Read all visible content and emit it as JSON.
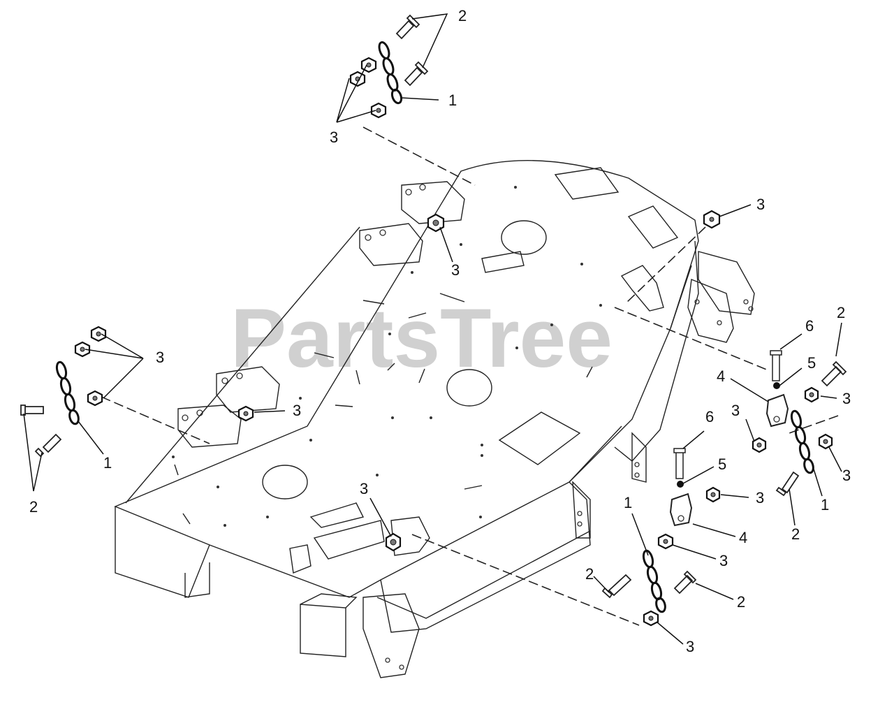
{
  "watermark": "PartsTree",
  "callouts": [
    {
      "id": "c-2-top",
      "text": "2"
    },
    {
      "id": "c-1-top",
      "text": "1"
    },
    {
      "id": "c-3-top",
      "text": "3"
    },
    {
      "id": "c-3-topdeck",
      "text": "3"
    },
    {
      "id": "c-3-right-top",
      "text": "3"
    },
    {
      "id": "c-3-left",
      "text": "3"
    },
    {
      "id": "c-1-left",
      "text": "1"
    },
    {
      "id": "c-2-left",
      "text": "2"
    },
    {
      "id": "c-3-leftdeck",
      "text": "3"
    },
    {
      "id": "c-3-front",
      "text": "3"
    },
    {
      "id": "c-6-right",
      "text": "6"
    },
    {
      "id": "c-2-right-top",
      "text": "2"
    },
    {
      "id": "c-5-right",
      "text": "5"
    },
    {
      "id": "c-4-right",
      "text": "4"
    },
    {
      "id": "c-3-right-a",
      "text": "3"
    },
    {
      "id": "c-3-right-b",
      "text": "3"
    },
    {
      "id": "c-3-right-c",
      "text": "3"
    },
    {
      "id": "c-1-right",
      "text": "1"
    },
    {
      "id": "c-2-right-bottom",
      "text": "2"
    },
    {
      "id": "c-6-mid",
      "text": "6"
    },
    {
      "id": "c-5-mid",
      "text": "5"
    },
    {
      "id": "c-3-mid-a",
      "text": "3"
    },
    {
      "id": "c-4-mid",
      "text": "4"
    },
    {
      "id": "c-3-mid-b",
      "text": "3"
    },
    {
      "id": "c-1-mid",
      "text": "1"
    },
    {
      "id": "c-2-mid",
      "text": "2"
    },
    {
      "id": "c-2-mid-right",
      "text": "2"
    },
    {
      "id": "c-3-mid-bottom",
      "text": "3"
    }
  ]
}
